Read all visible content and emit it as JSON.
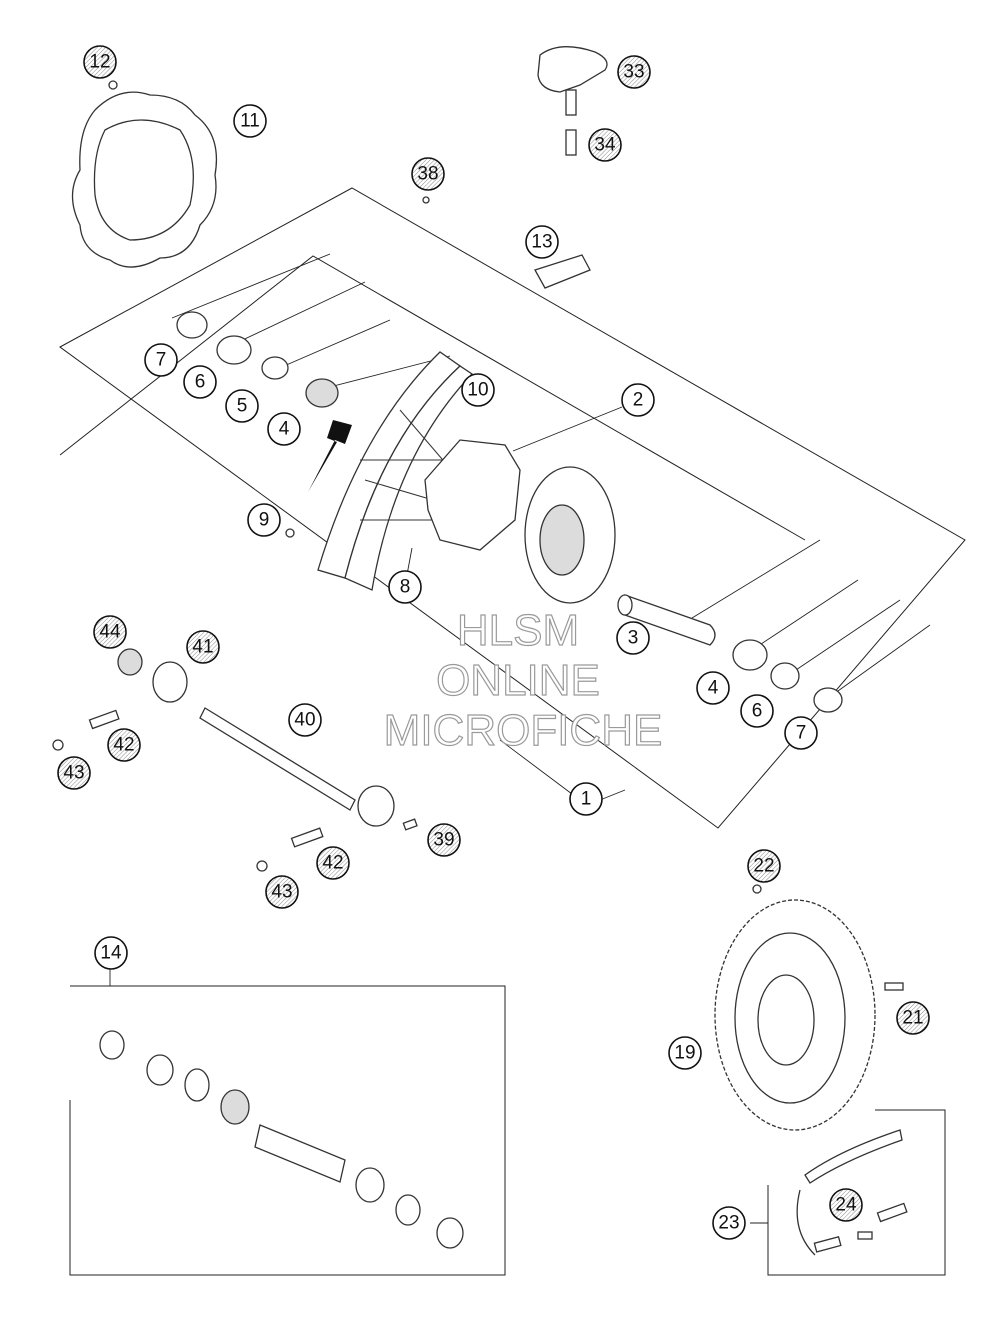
{
  "watermark": {
    "line1": "HLSM",
    "line2": "ONLINE",
    "line3": "MICROFICHE"
  },
  "callouts": [
    {
      "id": "c12",
      "label": "12",
      "style": "hatched"
    },
    {
      "id": "c11",
      "label": "11",
      "style": "plain"
    },
    {
      "id": "c33",
      "label": "33",
      "style": "hatched"
    },
    {
      "id": "c34",
      "label": "34",
      "style": "hatched"
    },
    {
      "id": "c38",
      "label": "38",
      "style": "hatched"
    },
    {
      "id": "c13",
      "label": "13",
      "style": "plain"
    },
    {
      "id": "c7a",
      "label": "7",
      "style": "plain"
    },
    {
      "id": "c6a",
      "label": "6",
      "style": "plain"
    },
    {
      "id": "c5",
      "label": "5",
      "style": "plain"
    },
    {
      "id": "c4a",
      "label": "4",
      "style": "plain"
    },
    {
      "id": "c10",
      "label": "10",
      "style": "plain"
    },
    {
      "id": "c2",
      "label": "2",
      "style": "plain"
    },
    {
      "id": "c9",
      "label": "9",
      "style": "plain"
    },
    {
      "id": "c8",
      "label": "8",
      "style": "plain"
    },
    {
      "id": "c3",
      "label": "3",
      "style": "plain"
    },
    {
      "id": "c44",
      "label": "44",
      "style": "hatched"
    },
    {
      "id": "c41",
      "label": "41",
      "style": "hatched"
    },
    {
      "id": "c40",
      "label": "40",
      "style": "plain"
    },
    {
      "id": "c42a",
      "label": "42",
      "style": "hatched"
    },
    {
      "id": "c43a",
      "label": "43",
      "style": "hatched"
    },
    {
      "id": "c4b",
      "label": "4",
      "style": "plain"
    },
    {
      "id": "c6b",
      "label": "6",
      "style": "plain"
    },
    {
      "id": "c7b",
      "label": "7",
      "style": "plain"
    },
    {
      "id": "c1",
      "label": "1",
      "style": "plain"
    },
    {
      "id": "c39",
      "label": "39",
      "style": "hatched"
    },
    {
      "id": "c42b",
      "label": "42",
      "style": "hatched"
    },
    {
      "id": "c43b",
      "label": "43",
      "style": "hatched"
    },
    {
      "id": "c22",
      "label": "22",
      "style": "hatched"
    },
    {
      "id": "c14",
      "label": "14",
      "style": "plain"
    },
    {
      "id": "c21",
      "label": "21",
      "style": "hatched"
    },
    {
      "id": "c19",
      "label": "19",
      "style": "plain"
    },
    {
      "id": "c24",
      "label": "24",
      "style": "hatched"
    },
    {
      "id": "c23",
      "label": "23",
      "style": "plain"
    }
  ]
}
